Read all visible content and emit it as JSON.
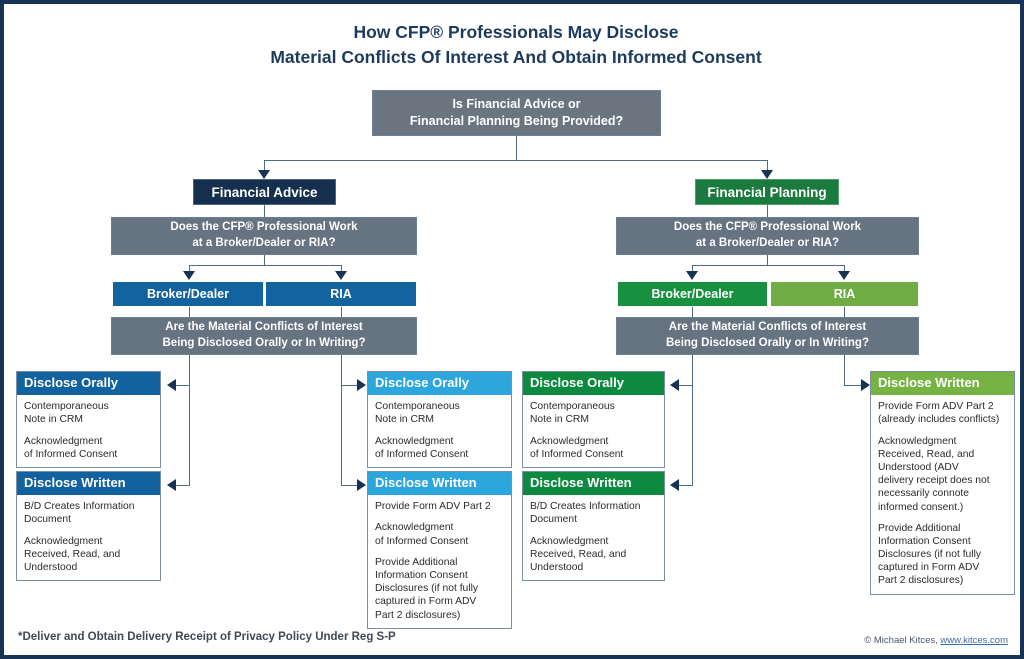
{
  "title": {
    "line1": "How CFP® Professionals May Disclose",
    "line2": "Material Conflicts Of Interest And Obtain Informed Consent"
  },
  "root": {
    "line1": "Is Financial Advice or",
    "line2": "Financial Planning Being Provided?"
  },
  "branches": {
    "advice": {
      "label": "Financial Advice",
      "firm_question_line1": "Does the CFP® Professional Work",
      "firm_question_line2": "at a Broker/Dealer or RIA?",
      "firm_bd": "Broker/Dealer",
      "firm_ria": "RIA",
      "disclosure_question_line1": "Are the Material Conflicts of Interest",
      "disclosure_question_line2": "Being Disclosed Orally or In Writing?"
    },
    "planning": {
      "label": "Financial Planning",
      "firm_question_line1": "Does the CFP® Professional Work",
      "firm_question_line2": "at a Broker/Dealer or RIA?",
      "firm_bd": "Broker/Dealer",
      "firm_ria": "RIA",
      "disclosure_question_line1": "Are the Material Conflicts of Interest",
      "disclosure_question_line2": "Being Disclosed Orally or In Writing?"
    }
  },
  "cards": {
    "advice_bd_orally": {
      "heading": "Disclose Orally",
      "items": [
        "Contemporaneous\nNote in CRM",
        "Acknowledgment\nof Informed Consent"
      ]
    },
    "advice_bd_written": {
      "heading": "Disclose Written",
      "items": [
        "B/D Creates Information\nDocument",
        "Acknowledgment\nReceived, Read, and\nUnderstood"
      ]
    },
    "advice_ria_orally": {
      "heading": "Disclose Orally",
      "items": [
        "Contemporaneous\nNote in CRM",
        "Acknowledgment\nof Informed Consent"
      ]
    },
    "advice_ria_written": {
      "heading": "Disclose Written",
      "items": [
        "Provide Form ADV Part 2",
        "Acknowledgment\nof Informed Consent",
        "Provide Additional\nInformation Consent\nDisclosures (if not fully\ncaptured in Form ADV\nPart 2 disclosures)"
      ]
    },
    "planning_bd_orally": {
      "heading": "Disclose Orally",
      "items": [
        "Contemporaneous\nNote in CRM",
        "Acknowledgment\nof Informed Consent"
      ]
    },
    "planning_bd_written": {
      "heading": "Disclose Written",
      "items": [
        "B/D Creates Information\nDocument",
        "Acknowledgment\nReceived, Read, and\nUnderstood"
      ]
    },
    "planning_ria_written": {
      "heading": "Disclose Written",
      "items": [
        "Provide Form ADV Part 2\n(already includes conflicts)",
        "Acknowledgment\nReceived, Read, and\nUnderstood (ADV\ndelivery receipt does not\nnecessarily connote\ninformed consent.)",
        "Provide Additional\nInformation Consent\nDisclosures (if not fully\ncaptured in Form ADV\nPart 2 disclosures)"
      ]
    }
  },
  "footer": {
    "footnote": "*Deliver and Obtain Delivery Receipt of Privacy Policy Under Reg S-P",
    "copyright": "© Michael Kitces, ",
    "link": "www.kitces.com"
  },
  "colors": {
    "frame": "#173253",
    "title": "#1d3a5f",
    "decision_gray": "#667380",
    "navy": "#15304f",
    "blue": "#13639e",
    "cyan": "#2ca6dd",
    "dark_green": "#1b7a3e",
    "mid_green": "#17903f",
    "light_green": "#70ac44",
    "connector": "#4f6b8a",
    "arrow": "#173253"
  }
}
